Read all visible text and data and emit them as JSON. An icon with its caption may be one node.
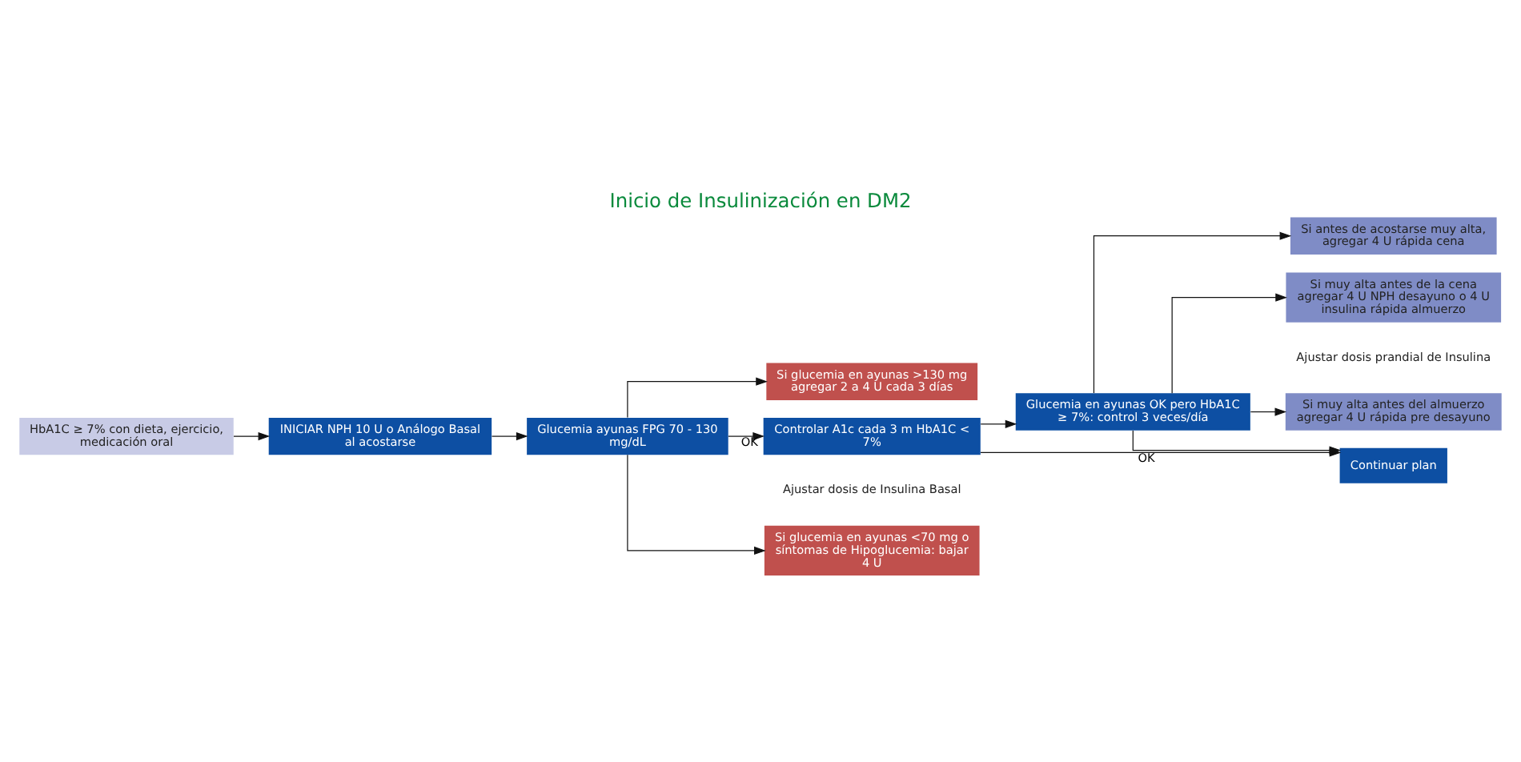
{
  "diagram": {
    "title": "Inicio de Insulinización en DM2",
    "nodes": [
      {
        "text": [
          "HbA1C ≥ 7% con dieta, ejercicio, medicación oral"
        ]
      },
      {
        "text": [
          "INICIAR NPH 10 U o Análogo Basal al acostarse"
        ]
      },
      {
        "text": [
          "Glucemia ayunas FPG 70 - 130 mg/dL"
        ]
      },
      {
        "text": [
          "Si glucemia en ayunas <70 mg o síntomas de Hipoglucemia: bajar 4 U"
        ]
      },
      {
        "text": [
          "Si glucemia en ayunas >130 mg agregar 2 a 4 U cada 3 días"
        ]
      },
      {
        "text": [
          "Controlar A1c cada 3 m HbA1C < 7%"
        ]
      },
      {
        "text": [
          "Glucemia en ayunas OK pero HbA1C ≥ 7%: control 3 veces/día"
        ]
      },
      {
        "text": [
          "Si muy alta antes del almuerzo agregar 4 U rápida pre desayuno"
        ]
      },
      {
        "text": [
          "Si muy alta antes de la cena agregar 4 U NPH desayuno o 4 U insulina rápida almuerzo"
        ]
      },
      {
        "text": [
          "Si antes de acostarse muy alta, agregar 4 U rápida cena"
        ]
      },
      {
        "text": [
          "Continuar plan"
        ]
      }
    ],
    "edges": [
      {
        "from": 0,
        "to": 1,
        "arrow": "to"
      },
      {
        "from": 1,
        "to": 2,
        "arrow": "to"
      },
      {
        "from": 2,
        "to": 3,
        "arrow": "to"
      },
      {
        "from": 2,
        "to": 4,
        "arrow": "to"
      },
      {
        "from": 2,
        "to": 5,
        "arrow": "to",
        "label": "OK"
      },
      {
        "from": 5,
        "to": 6,
        "arrow": "to"
      },
      {
        "from": 5,
        "to": 10,
        "arrow": "to",
        "label": "OK"
      },
      {
        "from": 6,
        "to": 7,
        "arrow": "to"
      },
      {
        "from": 6,
        "to": 8,
        "arrow": "to"
      },
      {
        "from": 6,
        "to": 9,
        "arrow": "to"
      },
      {
        "from": 6,
        "to": 10,
        "arrow": "to"
      }
    ],
    "labels": [
      "Ajustar dosis prandial de Insulina",
      "Ajustar dosis de Insulina Basal"
    ]
  }
}
